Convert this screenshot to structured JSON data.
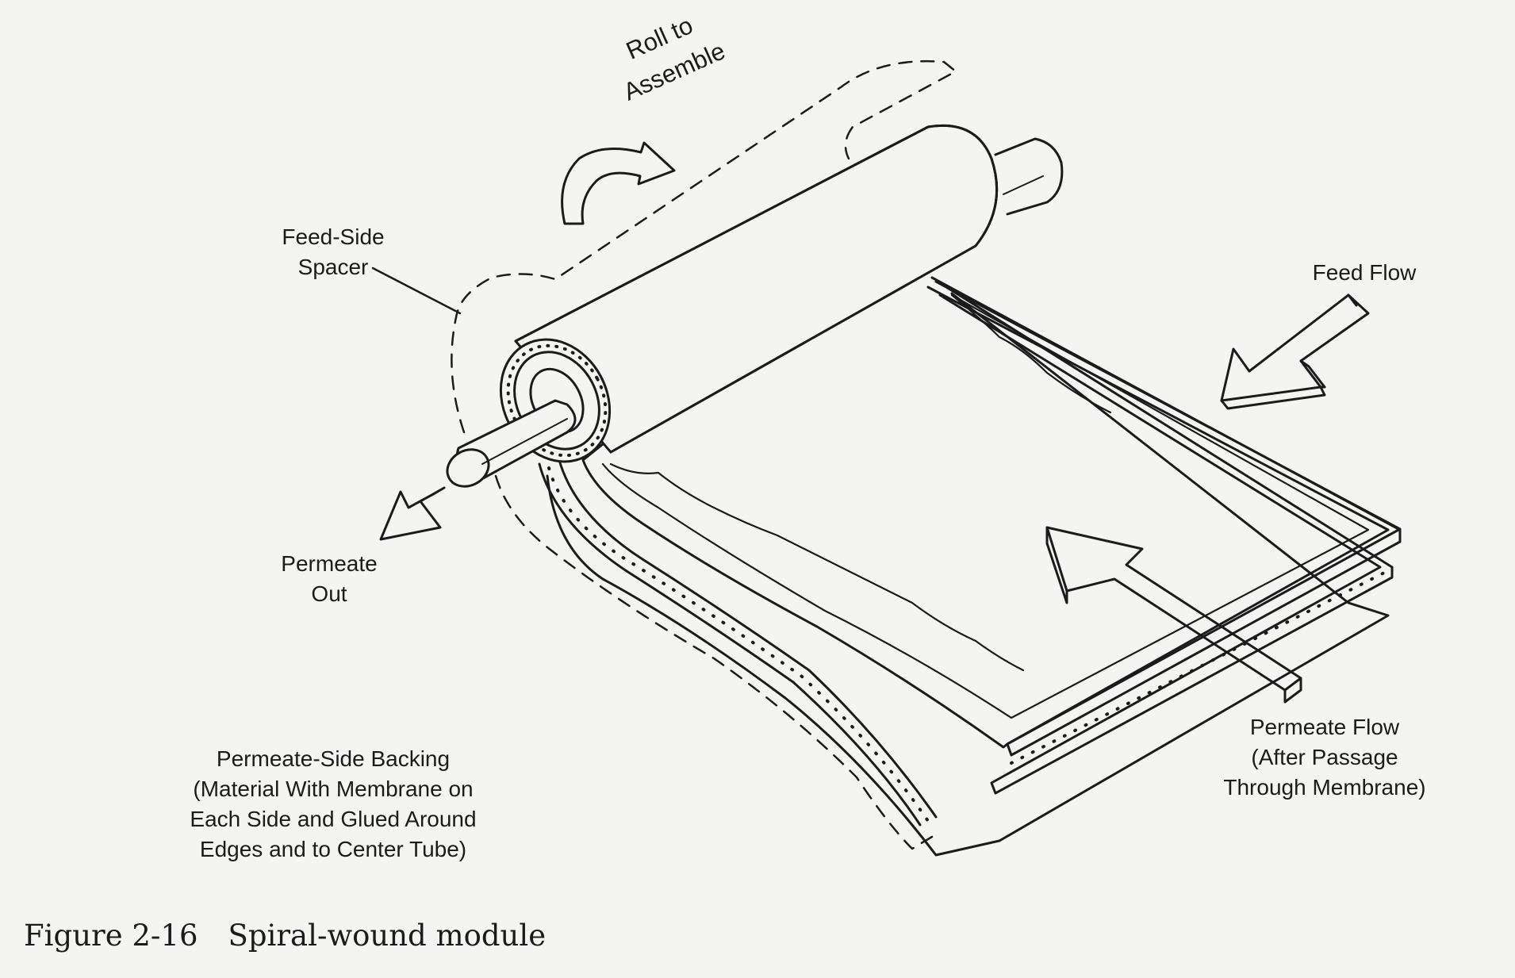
{
  "labels": {
    "roll_to_assemble": [
      "Roll to",
      "Assemble"
    ],
    "feed_side_spacer": [
      "Feed-Side",
      "Spacer"
    ],
    "feed_flow": "Feed Flow",
    "permeate_out": [
      "Permeate",
      "Out"
    ],
    "permeate_side_backing": [
      "Permeate-Side Backing",
      "(Material With Membrane on",
      "Each Side and Glued Around",
      "Edges and to Center Tube)"
    ],
    "permeate_flow": [
      "Permeate Flow",
      "(After Passage",
      "Through Membrane)"
    ]
  },
  "caption": {
    "number": "Figure 2-16",
    "title": "Spiral-wound module"
  },
  "colors": {
    "ink": "#1b1b1b",
    "paper": "#f4f4f2"
  }
}
